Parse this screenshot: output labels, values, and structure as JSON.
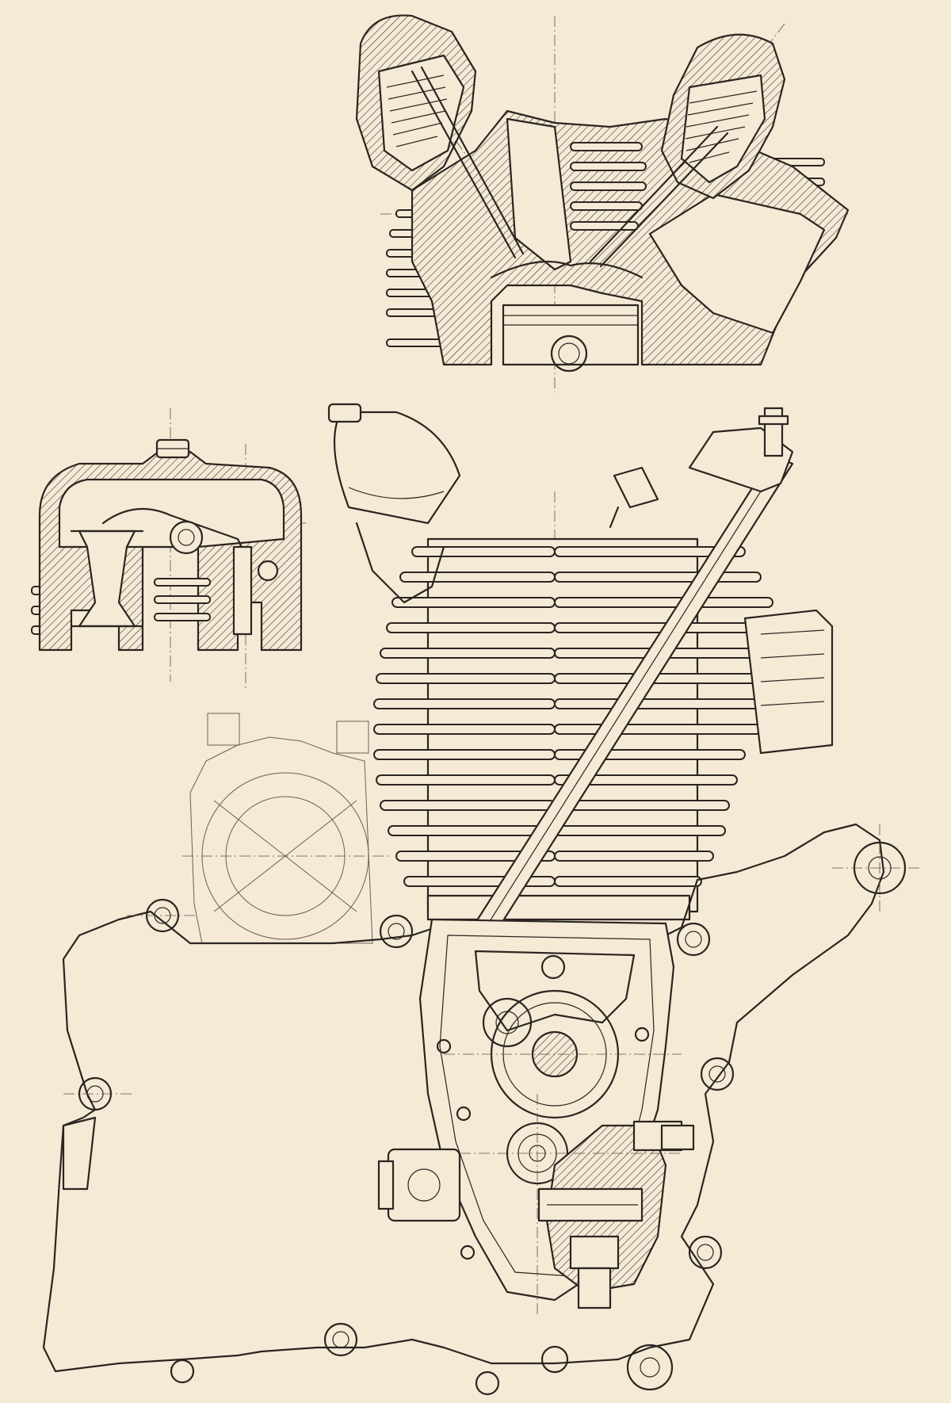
{
  "drawing": {
    "paper_color": "#f5ead6",
    "ink_color": "#2a2520",
    "views": [
      "overhead-valve-cylinder-head-cross-section",
      "rocker-box-detail-section",
      "engine-side-elevation-with-timing-chest",
      "gearbox-outline-phantom"
    ]
  }
}
